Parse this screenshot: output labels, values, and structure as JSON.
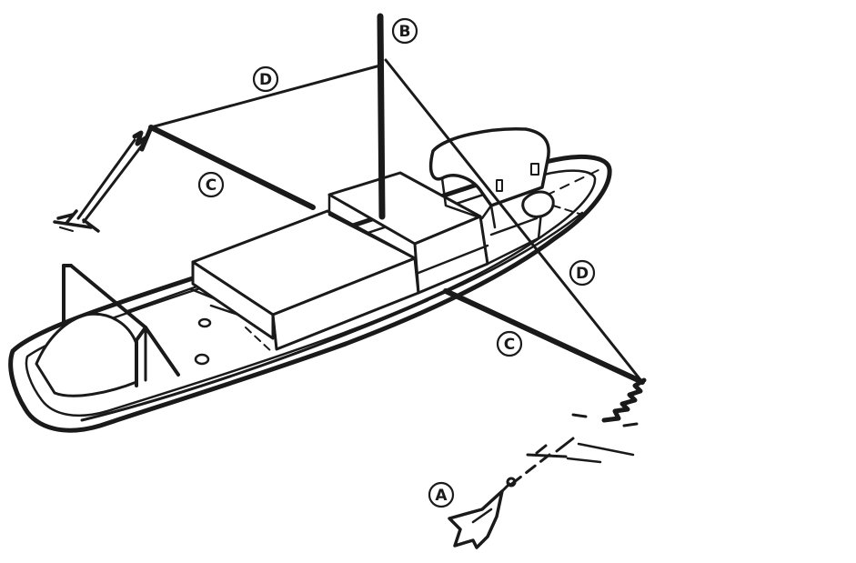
{
  "diagram": {
    "labels": {
      "anchor": "A",
      "mast": "B",
      "line_c_bow": "C",
      "line_c_stern": "C",
      "line_d_bow": "D",
      "line_d_stern": "D"
    },
    "colors": {
      "ink": "#1a1a1a",
      "background": "#ffffff"
    }
  }
}
